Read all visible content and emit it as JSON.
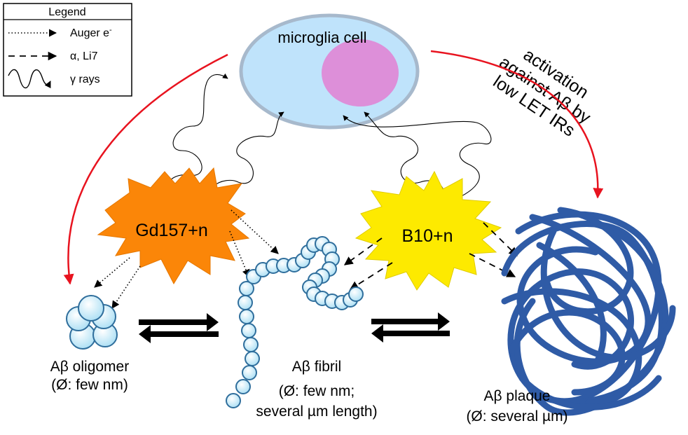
{
  "legend": {
    "title": "Legend",
    "items": [
      {
        "label": "Auger e",
        "superscript": "-",
        "style": "dotted"
      },
      {
        "label": "α, Li7",
        "style": "dashed"
      },
      {
        "label": "γ rays",
        "style": "wavy"
      }
    ]
  },
  "cell": {
    "label": "microglia cell"
  },
  "activation": {
    "lines": [
      "activation",
      "against Aβ by",
      "low LET IRs"
    ]
  },
  "reactions": {
    "gd": "Gd157+n",
    "b": "B10+n"
  },
  "species": {
    "oligomer": {
      "lines": [
        "Aβ oligomer",
        "(Ø: few nm)"
      ]
    },
    "fibril": {
      "lines": [
        "Aβ fibril",
        "(Ø: few nm;",
        "several µm length)"
      ]
    },
    "plaque": {
      "lines": [
        "Aβ plaque",
        "(Ø: several µm)"
      ]
    }
  },
  "colors": {
    "cell_fill": "#bfe3fb",
    "cell_stroke": "#a7b9cc",
    "nucleus": "#dd8fd9",
    "gd_star": "#fb8608",
    "b_star": "#fdea00",
    "red_arrow": "#e8131f",
    "plaque": "#2f5ba6",
    "bead_fill": "#d6f1fb",
    "bead_stroke": "#2f6e9c"
  }
}
